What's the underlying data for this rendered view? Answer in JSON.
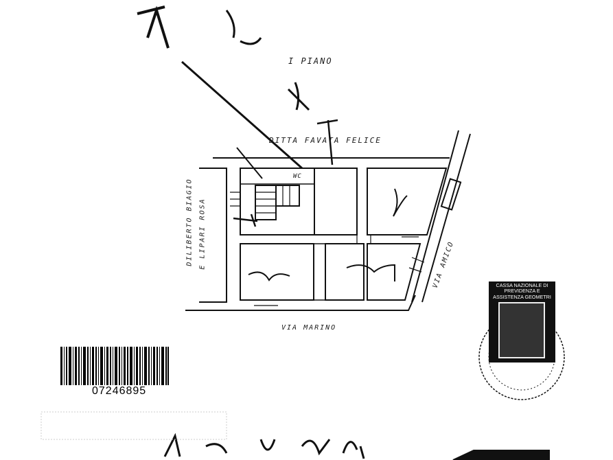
{
  "floor_label": "I PIANO",
  "owner_label": "DITTA FAVATA FELICE",
  "west_owner_line1": "DILIBERTO BIAGIO",
  "west_owner_line2": "E LIPARI ROSA",
  "street_south": "VIA MARINO",
  "street_east": "VIA AMICO",
  "wc_label": "WC",
  "barcode_number": "07246895",
  "stamp_text": "CASSA NAZIONALE DI PREVIDENZA E ASSISTENZA GEOMETRI",
  "colors": {
    "ink": "#111111",
    "paper": "#ffffff"
  }
}
